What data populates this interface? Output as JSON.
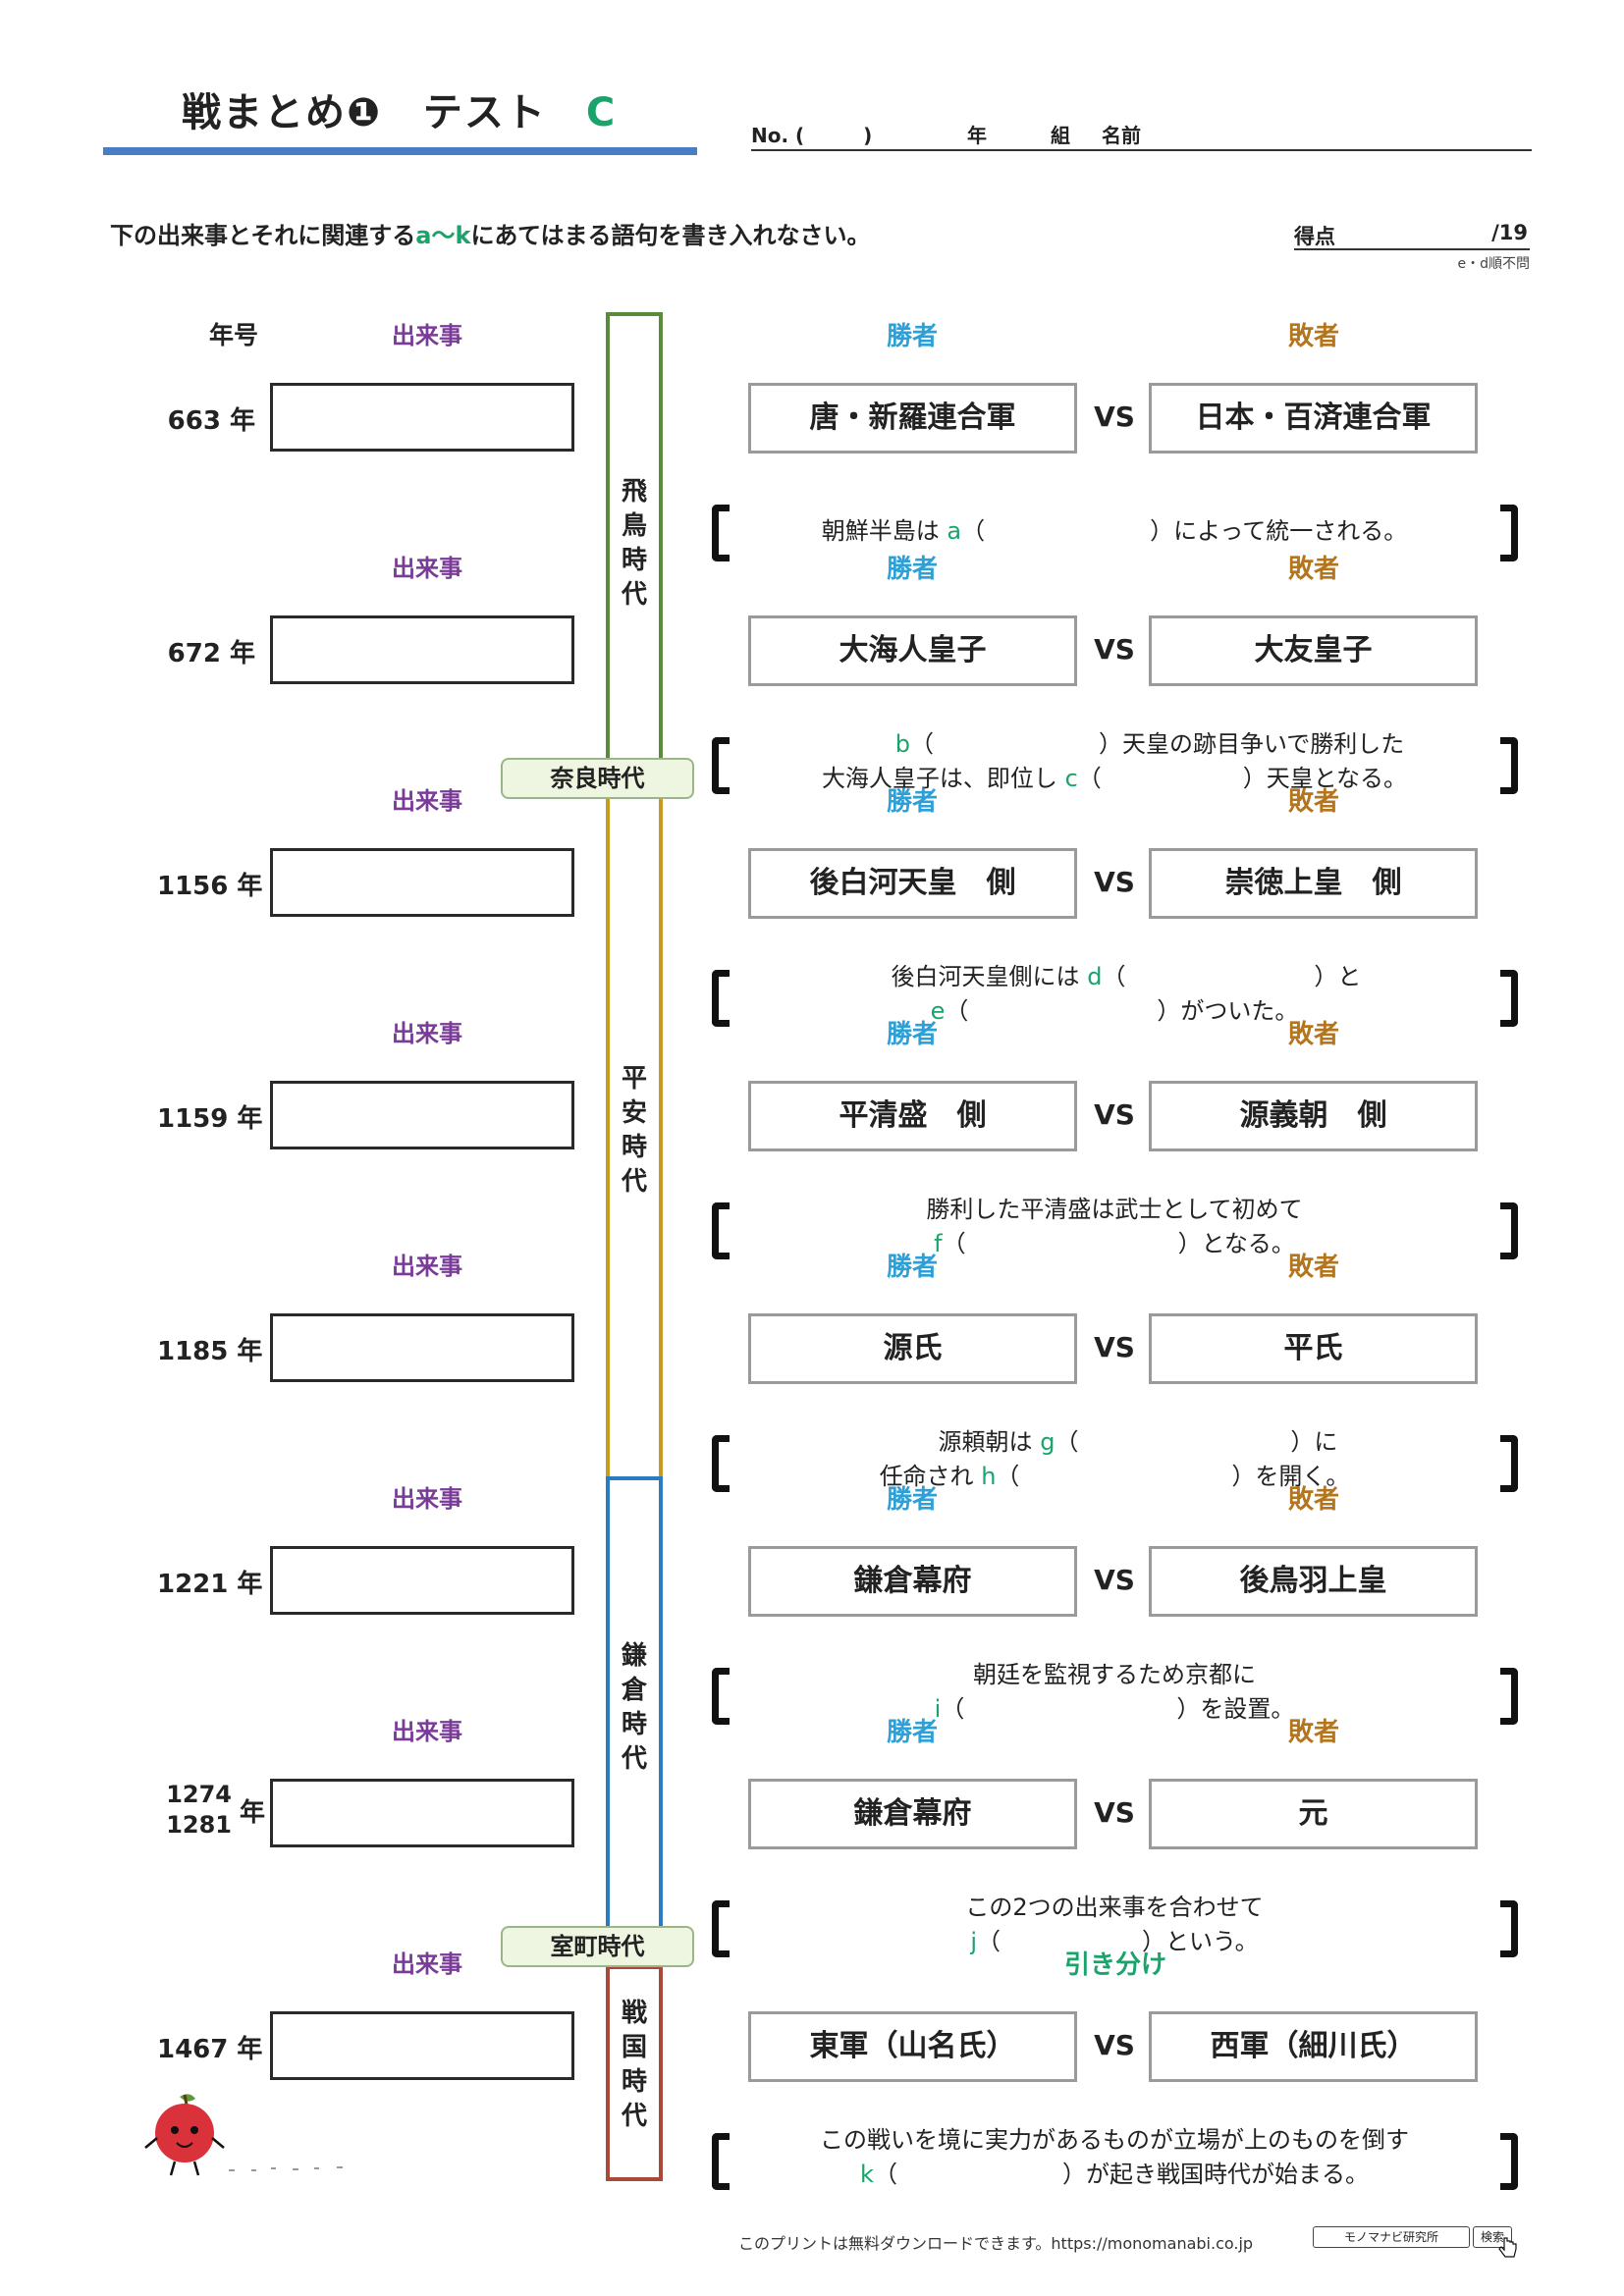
{
  "title": {
    "main": "戦まとめ❶　テスト",
    "variant": "C"
  },
  "info": {
    "no": "No. (　　　)",
    "nen": "年",
    "kumi": "組",
    "name": "名前"
  },
  "instruction": {
    "pre": "下の出来事とそれに関連する",
    "range": "a〜k",
    "post": "にあてはまる語句を書き入れなさい。"
  },
  "score": {
    "label": "得点",
    "total": "/19",
    "note": "e・d順不問"
  },
  "header": {
    "nengo": "年号"
  },
  "labels": {
    "event": "出来事",
    "winner": "勝者",
    "loser": "敗者",
    "draw": "引き分け",
    "vs": "VS"
  },
  "eras": [
    {
      "name": "飛鳥時代",
      "color": "#5b8a3c"
    },
    {
      "name": "奈良時代",
      "color": "#9bb58a"
    },
    {
      "name": "平安時代",
      "color": "#c79a22"
    },
    {
      "name": "鎌倉時代",
      "color": "#2a7bc0"
    },
    {
      "name": "室町時代",
      "color": "#9bb58a"
    },
    {
      "name": "戦国時代",
      "color": "#a8493a"
    }
  ],
  "rows": [
    {
      "year": "663 年",
      "winner": "唐・新羅連合軍",
      "loser": "日本・百済連合軍",
      "desc": [
        {
          "t": "朝鮮半島は "
        },
        {
          "t": "a",
          "k": true
        },
        {
          "t": "（　　　　　　　）によって統一される。"
        }
      ]
    },
    {
      "year": "672 年",
      "winner": "大海人皇子",
      "loser": "大友皇子",
      "desc": [
        {
          "t": "　　　"
        },
        {
          "t": "b",
          "k": true
        },
        {
          "t": "（　　　　　　　）天皇の跡目争いで勝利した\n大海人皇子は、即位し "
        },
        {
          "t": "c",
          "k": true
        },
        {
          "t": "（　　　　　　）天皇となる。"
        }
      ]
    },
    {
      "year": "1156 年",
      "winner": "後白河天皇　側",
      "loser": "崇徳上皇　側",
      "desc": [
        {
          "t": "　後白河天皇側には "
        },
        {
          "t": "d",
          "k": true
        },
        {
          "t": "（　　　　　　　　）と\n"
        },
        {
          "t": "e",
          "k": true
        },
        {
          "t": "（　　　　　　　　）がついた。"
        }
      ]
    },
    {
      "year": "1159 年",
      "winner": "平清盛　側",
      "loser": "源義朝　側",
      "desc": [
        {
          "t": "勝利した平清盛は武士として初めて\n"
        },
        {
          "t": "f",
          "k": true
        },
        {
          "t": "（　　　　　　　　　）となる。"
        }
      ]
    },
    {
      "year": "1185 年",
      "winner": "源氏",
      "loser": "平氏",
      "desc": [
        {
          "t": "　　源頼朝は "
        },
        {
          "t": "g",
          "k": true
        },
        {
          "t": "（　　　　　　　　　）に\n任命され "
        },
        {
          "t": "h",
          "k": true
        },
        {
          "t": "（　　　　　　　　　）を開く。"
        }
      ]
    },
    {
      "year": "1221 年",
      "winner": "鎌倉幕府",
      "loser": "後鳥羽上皇",
      "desc": [
        {
          "t": "朝廷を監視するため京都に\n"
        },
        {
          "t": "i",
          "k": true
        },
        {
          "t": "（　　　　　　　　　）を設置。"
        }
      ]
    },
    {
      "year": "1274\n1281",
      "year_suffix": "年",
      "winner": "鎌倉幕府",
      "loser": "元",
      "desc": [
        {
          "t": "この2つの出来事を合わせて\n"
        },
        {
          "t": "j",
          "k": true
        },
        {
          "t": "（　　　　　　）という。"
        }
      ]
    },
    {
      "year": "1467 年",
      "winner": "東軍（山名氏）",
      "loser": "西軍（細川氏）",
      "draw": true,
      "desc": [
        {
          "t": "この戦いを境に実力があるものが立場が上のものを倒す\n"
        },
        {
          "t": "k",
          "k": true
        },
        {
          "t": "（　　　　　　　）が起き戦国時代が始まる。"
        }
      ]
    }
  ],
  "footer": {
    "text": "このプリントは無料ダウンロードできます。https://monomanabi.co.jp",
    "brand": "モノマナビ研究所",
    "search": "検索"
  }
}
